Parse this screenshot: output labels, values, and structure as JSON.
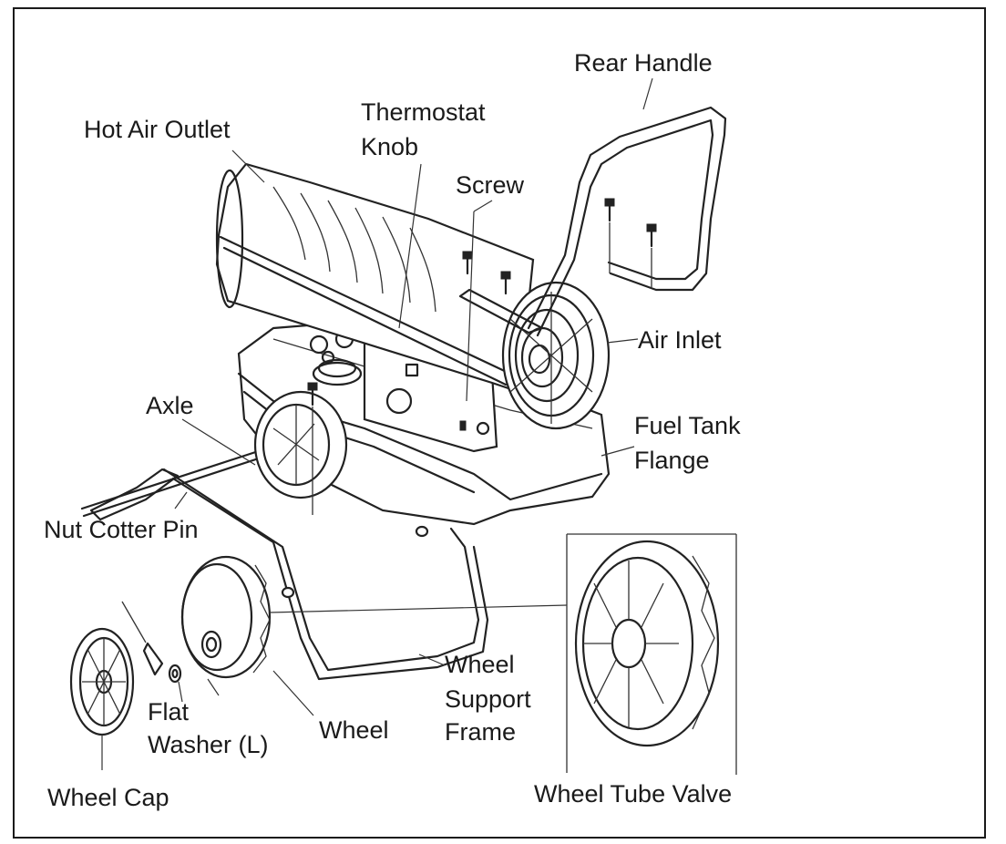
{
  "labels": {
    "rear_handle": "Rear Handle",
    "hot_air_outlet": "Hot Air Outlet",
    "thermostat_line1": "Thermostat",
    "thermostat_line2": "Knob",
    "screw": "Screw",
    "air_inlet": "Air Inlet",
    "axle": "Axle",
    "fuel_tank_line1": "Fuel Tank",
    "fuel_tank_line2": "Flange",
    "nut_cotter_pin": "Nut Cotter Pin",
    "wheel_support_line1": "Wheel",
    "wheel_support_line2": "Support",
    "wheel_support_line3": "Frame",
    "flat_washer_line1": "Flat",
    "flat_washer_line2": "Washer (L)",
    "wheel": "Wheel",
    "wheel_cap": "Wheel Cap",
    "wheel_tube_valve": "Wheel Tube Valve"
  }
}
